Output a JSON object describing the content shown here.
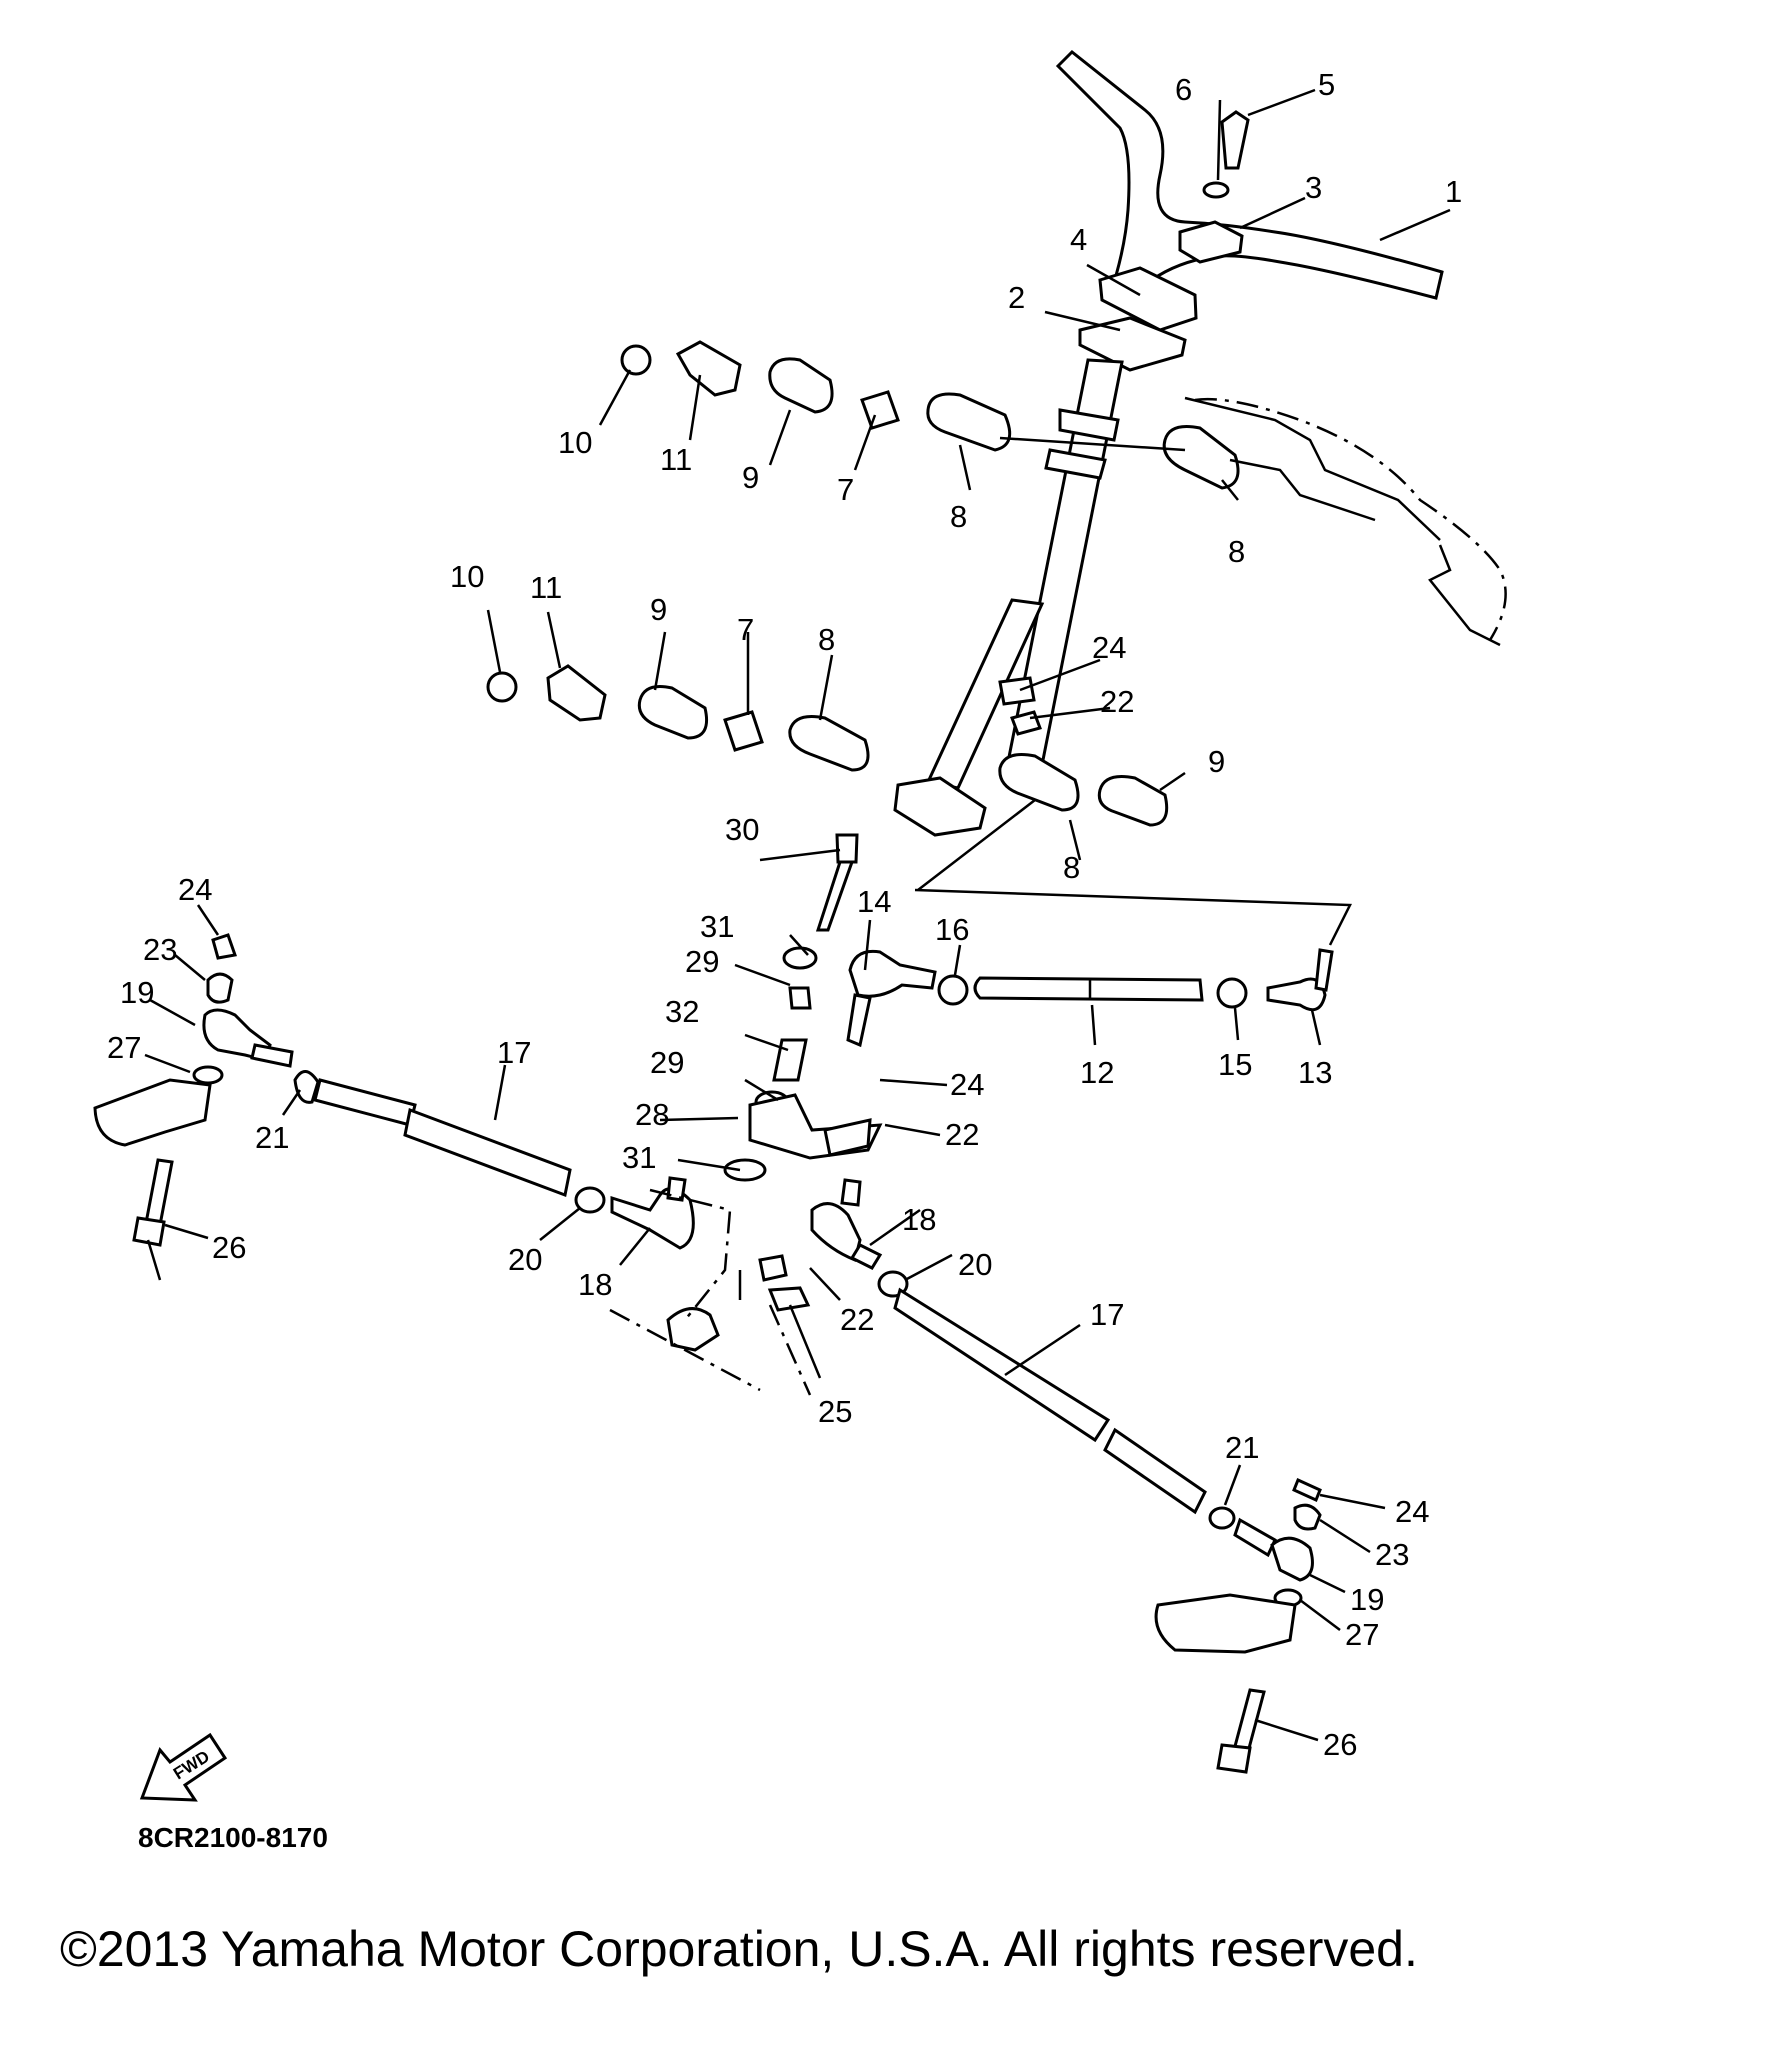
{
  "diagram_code": "8CR2100-8170",
  "copyright": "©2013 Yamaha Motor Corporation, U.S.A. All rights reserved.",
  "fwd_label": "FWD",
  "callouts": [
    {
      "id": "c1",
      "text": "1"
    },
    {
      "id": "c2",
      "text": "2"
    },
    {
      "id": "c3",
      "text": "3"
    },
    {
      "id": "c4",
      "text": "4"
    },
    {
      "id": "c5",
      "text": "5"
    },
    {
      "id": "c6",
      "text": "6"
    },
    {
      "id": "c7a",
      "text": "7"
    },
    {
      "id": "c8a",
      "text": "8"
    },
    {
      "id": "c8b",
      "text": "8"
    },
    {
      "id": "c9a",
      "text": "9"
    },
    {
      "id": "c10a",
      "text": "10"
    },
    {
      "id": "c11a",
      "text": "11"
    },
    {
      "id": "c10b",
      "text": "10"
    },
    {
      "id": "c11b",
      "text": "11"
    },
    {
      "id": "c9b",
      "text": "9"
    },
    {
      "id": "c7b",
      "text": "7"
    },
    {
      "id": "c8c",
      "text": "8"
    },
    {
      "id": "c24a",
      "text": "24"
    },
    {
      "id": "c22a",
      "text": "22"
    },
    {
      "id": "c9c",
      "text": "9"
    },
    {
      "id": "c8d",
      "text": "8"
    },
    {
      "id": "c30",
      "text": "30"
    },
    {
      "id": "c14",
      "text": "14"
    },
    {
      "id": "c16",
      "text": "16"
    },
    {
      "id": "c31a",
      "text": "31"
    },
    {
      "id": "c29a",
      "text": "29"
    },
    {
      "id": "c32",
      "text": "32"
    },
    {
      "id": "c29b",
      "text": "29"
    },
    {
      "id": "c12",
      "text": "12"
    },
    {
      "id": "c15",
      "text": "15"
    },
    {
      "id": "c13",
      "text": "13"
    },
    {
      "id": "c24b",
      "text": "24"
    },
    {
      "id": "c22b",
      "text": "22"
    },
    {
      "id": "c28",
      "text": "28"
    },
    {
      "id": "c31b",
      "text": "31"
    },
    {
      "id": "c24c",
      "text": "24"
    },
    {
      "id": "c23a",
      "text": "23"
    },
    {
      "id": "c19a",
      "text": "19"
    },
    {
      "id": "c27a",
      "text": "27"
    },
    {
      "id": "c21a",
      "text": "21"
    },
    {
      "id": "c17a",
      "text": "17"
    },
    {
      "id": "c26a",
      "text": "26"
    },
    {
      "id": "c20a",
      "text": "20"
    },
    {
      "id": "c18a",
      "text": "18"
    },
    {
      "id": "c18b",
      "text": "18"
    },
    {
      "id": "c20b",
      "text": "20"
    },
    {
      "id": "c22c",
      "text": "22"
    },
    {
      "id": "c25",
      "text": "25"
    },
    {
      "id": "c17b",
      "text": "17"
    },
    {
      "id": "c21b",
      "text": "21"
    },
    {
      "id": "c24d",
      "text": "24"
    },
    {
      "id": "c23b",
      "text": "23"
    },
    {
      "id": "c19b",
      "text": "19"
    },
    {
      "id": "c27b",
      "text": "27"
    },
    {
      "id": "c26b",
      "text": "26"
    }
  ]
}
